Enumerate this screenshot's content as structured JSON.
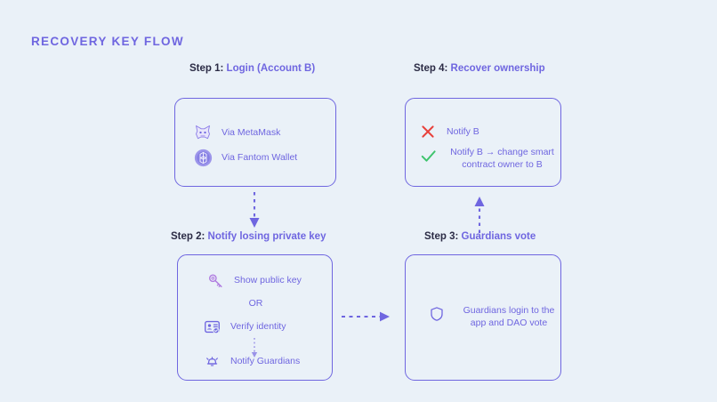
{
  "page": {
    "title": "RECOVERY KEY FLOW",
    "background_color": "#eaf1f8",
    "accent_color": "#6f66e0",
    "label_color": "#2b2b45",
    "success_color": "#3ec46d",
    "error_color": "#e8413b"
  },
  "steps": [
    {
      "id": "step1",
      "prefix": "Step 1:",
      "title": "Login (Account B)",
      "items": [
        {
          "icon": "metamask-fox-icon",
          "label": "Via MetaMask"
        },
        {
          "icon": "fantom-wallet-icon",
          "label": "Via Fantom Wallet"
        }
      ]
    },
    {
      "id": "step2",
      "prefix": "Step 2:",
      "title": "Notify losing private key",
      "items": [
        {
          "icon": "key-icon",
          "label": "Show public key"
        },
        {
          "icon": "none",
          "label": "OR"
        },
        {
          "icon": "id-card-verified-icon",
          "label": "Verify identity"
        },
        {
          "icon": "bell-alert-icon",
          "label": "Notify Guardians"
        }
      ]
    },
    {
      "id": "step3",
      "prefix": "Step 3:",
      "title": "Guardians vote",
      "items": [
        {
          "icon": "shield-icon",
          "label": "Guardians login to the app and DAO vote"
        }
      ]
    },
    {
      "id": "step4",
      "prefix": "Step 4:",
      "title": "Recover ownership",
      "items": [
        {
          "icon": "cross-mark-icon",
          "label": "Notify B"
        },
        {
          "icon": "check-mark-icon",
          "label": "Notify B → change smart contract owner to B"
        }
      ]
    }
  ],
  "connectors": [
    {
      "name": "step1-to-step2-arrow",
      "direction": "down",
      "style": "dashed"
    },
    {
      "name": "step2-to-step3-arrow",
      "direction": "right",
      "style": "dashed"
    },
    {
      "name": "step3-to-step4-arrow",
      "direction": "up",
      "style": "dashed"
    },
    {
      "name": "verify-to-notify-arrow",
      "direction": "down",
      "style": "dotted"
    }
  ]
}
